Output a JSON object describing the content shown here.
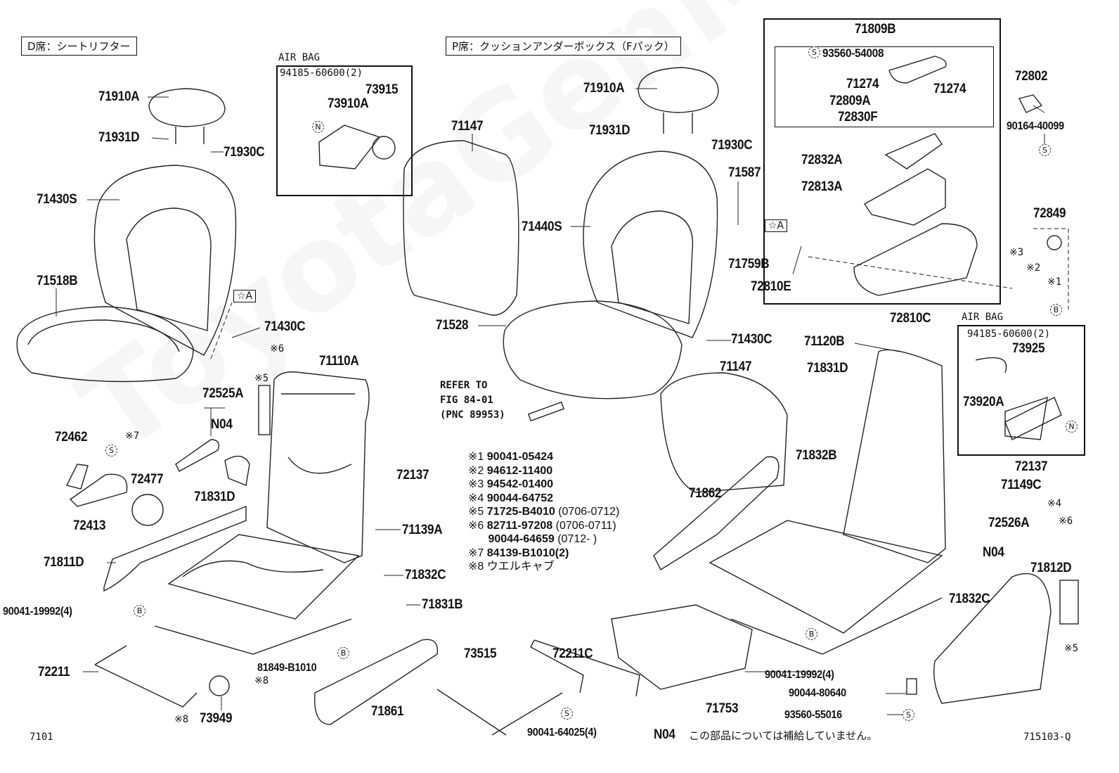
{
  "headers": {
    "driver_seat": "D席：シートリフター",
    "passenger_seat": "P席：クッションアンダーボックス（Fパック）"
  },
  "airbag_label": "AIR BAG",
  "star_a": "☆A",
  "symbols": {
    "s": "S",
    "b": "B",
    "n": "N"
  },
  "watermark": "ToyotaGenMarket",
  "driver_side": {
    "airbag_qty": "94185-60600(2)",
    "c73915": "73915",
    "c73910A": "73910A",
    "c71910A": "71910A",
    "c71931D": "71931D",
    "c71930C": "71930C",
    "c71430S": "71430S",
    "c71518B": "71518B",
    "c71430C": "71430C",
    "m6": "※6",
    "c71110A": "71110A",
    "m5": "※5",
    "c72525A": "72525A",
    "n04": "N04",
    "c72462": "72462",
    "m7": "※7",
    "c72477": "72477",
    "c71831D": "71831D",
    "c72413": "72413",
    "c72137": "72137",
    "c71139A": "71139A",
    "c71811D": "71811D",
    "c71832C": "71832C",
    "c90041_19992": "90041-19992(4)",
    "c71831B": "71831B",
    "c81849": "81849-B1010",
    "m8a": "※8",
    "c72211": "72211",
    "m8b": "※8",
    "c73949": "73949",
    "c71861": "71861",
    "fig_no": "7101"
  },
  "middle": {
    "c71147": "71147",
    "c71440S": "71440S",
    "c71528": "71528",
    "refer": [
      "REFER TO",
      "FIG 84-01",
      "(PNC 89953)"
    ],
    "notes": [
      {
        "mark": "※1",
        "part": "90041-05424",
        "date": ""
      },
      {
        "mark": "※2",
        "part": "94612-11400",
        "date": ""
      },
      {
        "mark": "※3",
        "part": "94542-01400",
        "date": ""
      },
      {
        "mark": "※4",
        "part": "90044-64752",
        "date": ""
      },
      {
        "mark": "※5",
        "part": "71725-B4010",
        "date": "(0706-0712)"
      },
      {
        "mark": "※6",
        "part": "82711-97208",
        "date": "(0706-0711)"
      },
      {
        "mark": "",
        "part": "90044-64659",
        "date": "(0712-      )"
      },
      {
        "mark": "※7",
        "part": "84139-B1010(2)",
        "date": ""
      },
      {
        "mark": "※8",
        "part": "ウエルキャブ",
        "date": ""
      }
    ],
    "c73515": "73515",
    "c72211C": "72211C",
    "c90041_64025": "90041-64025(4)",
    "c71753": "71753",
    "n04_note_code": "N04",
    "n04_note": "この部品については補給していません。"
  },
  "passenger_side": {
    "c71910A": "71910A",
    "c71931D": "71931D",
    "c71930C": "71930C",
    "c71587": "71587",
    "c71759B": "71759B",
    "c72810E": "72810E",
    "c71430C": "71430C",
    "c71147": "71147",
    "c71862": "71862",
    "c71809B": "71809B",
    "c93560_54008": "93560-54008",
    "c71274a": "71274",
    "c71274b": "71274",
    "c72809A": "72809A",
    "c72830F": "72830F",
    "c72832A": "72832A",
    "c72813A": "72813A",
    "c72810C": "72810C",
    "c72802": "72802",
    "c90164": "90164-40099",
    "c72849": "72849",
    "m3": "※3",
    "m2": "※2",
    "m1": "※1",
    "airbag_qty": "94185-60600(2)",
    "c73925": "73925",
    "c73920A": "73920A",
    "c71120B": "71120B",
    "c71831D": "71831D",
    "c71832B": "71832B",
    "c72137": "72137",
    "c71149C": "71149C",
    "m4": "※4",
    "c72526A": "72526A",
    "m6": "※6",
    "n04": "N04",
    "c71812D": "71812D",
    "c71832C": "71832C",
    "m5": "※5",
    "c90041_19992": "90041-19992(4)",
    "c90044_80640": "90044-80640",
    "c93560_55016": "93560-55016",
    "fig_code": "715103-Q"
  }
}
